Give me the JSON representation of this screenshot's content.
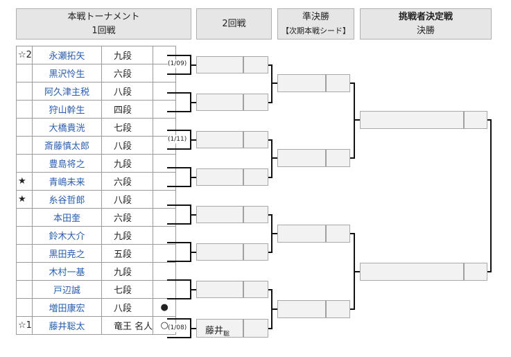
{
  "headers": {
    "round1_title": "本戦トーナメント",
    "round1_sub": "1回戦",
    "round2_title": "2回戦",
    "semi_title": "準決勝",
    "semi_sub": "【次期本戦シード】",
    "final_title": "挑戦者決定戦",
    "final_sub": "決勝"
  },
  "players": [
    {
      "seed": "☆2",
      "name": "永瀬拓矢",
      "rank": "九段",
      "mark": ""
    },
    {
      "seed": "",
      "name": "黒沢怜生",
      "rank": "六段",
      "mark": ""
    },
    {
      "seed": "",
      "name": "阿久津主税",
      "rank": "八段",
      "mark": ""
    },
    {
      "seed": "",
      "name": "狩山幹生",
      "rank": "四段",
      "mark": ""
    },
    {
      "seed": "",
      "name": "大橋貴洸",
      "rank": "七段",
      "mark": ""
    },
    {
      "seed": "",
      "name": "斎藤慎太郎",
      "rank": "八段",
      "mark": ""
    },
    {
      "seed": "",
      "name": "豊島将之",
      "rank": "九段",
      "mark": ""
    },
    {
      "seed": "★",
      "name": "青嶋未来",
      "rank": "六段",
      "mark": ""
    },
    {
      "seed": "★",
      "name": "糸谷哲郎",
      "rank": "八段",
      "mark": ""
    },
    {
      "seed": "",
      "name": "本田奎",
      "rank": "六段",
      "mark": ""
    },
    {
      "seed": "",
      "name": "鈴木大介",
      "rank": "九段",
      "mark": ""
    },
    {
      "seed": "",
      "name": "黒田尭之",
      "rank": "五段",
      "mark": ""
    },
    {
      "seed": "",
      "name": "木村一基",
      "rank": "九段",
      "mark": ""
    },
    {
      "seed": "",
      "name": "戸辺誠",
      "rank": "七段",
      "mark": ""
    },
    {
      "seed": "",
      "name": "増田康宏",
      "rank": "八段",
      "mark": "●"
    },
    {
      "seed": "☆1",
      "name": "藤井聡太",
      "rank": "竜王 名人",
      "mark": "○"
    }
  ],
  "dates": [
    "(1/09)",
    "(1/11)",
    "(1/08)"
  ],
  "round2_winner": {
    "name": "藤井",
    "sub": "聡"
  }
}
